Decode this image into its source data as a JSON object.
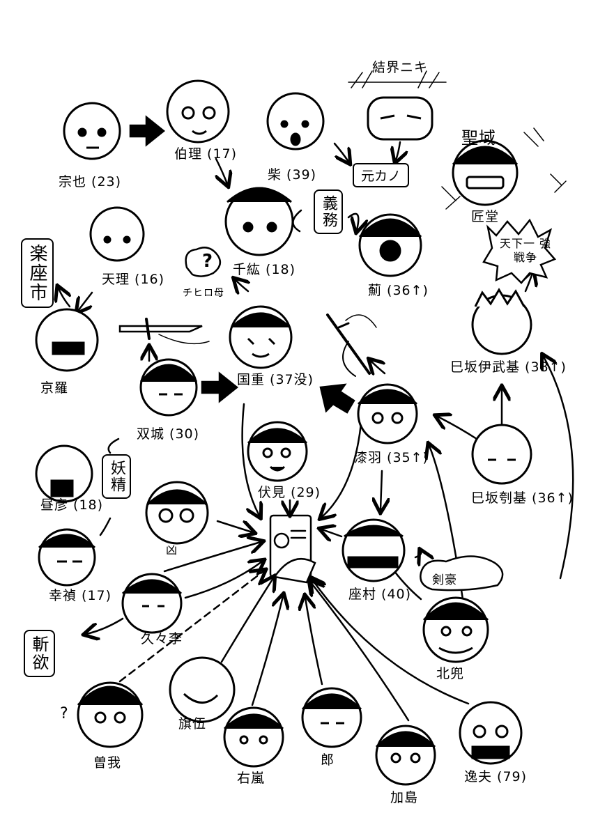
{
  "characters": {
    "soya": "宗也 (23)",
    "hakuri": "伯理 (17)",
    "shiba": "柴 (39)",
    "kekkai_niki": "結界ニキ",
    "chihiro": "千紘 (18)",
    "kagari": "薊 (36↑)",
    "tenri": "天理 (16)",
    "kyora": "京羅",
    "sosei": "双城 (30)",
    "kunishige": "国重 (37没)",
    "urushiba": "漆羽 (35↑)",
    "fushimi": "伏見 (29)",
    "zaimura": "座村 (40)",
    "hiruhiko": "昼彦 (18)",
    "yukisada": "幸禎 (17)",
    "hakuri_kun": "凶",
    "kuuri": "久々李",
    "hokuto": "北兜",
    "soga": "曽我",
    "hatago": "旗伍",
    "ukon": "右嵐",
    "ro": "郎",
    "kajima": "加島",
    "itsuo": "逸夫 (79)",
    "sei_iki": "聖域",
    "kudo": "匠堂",
    "tomoe_ibuki": "巳坂伊武基 (38↑)",
    "tomoe_kiki": "巳坂刳基 (36↑)"
  },
  "tags": {
    "moto_kano": "元カノ",
    "gimu": "義務",
    "rakuza": "楽座市",
    "tenka": "天下一 強戦争",
    "chichi": "チヒロ母",
    "question_mark": "?",
    "yosei": "妖精",
    "kengou": "剣豪",
    "zanki": "斬欲",
    "q2": "?"
  },
  "colors": {
    "ink": "#000000",
    "paper": "#ffffff"
  }
}
